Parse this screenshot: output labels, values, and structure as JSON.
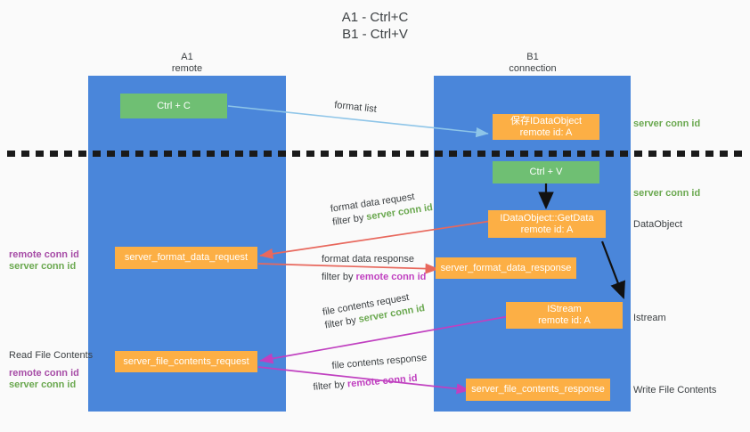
{
  "title": {
    "line1": "A1 - Ctrl+C",
    "line2": "B1 - Ctrl+V"
  },
  "panels": [
    {
      "id": "a1",
      "name": "A1",
      "sub": "remote"
    },
    {
      "id": "b1",
      "name": "B1",
      "sub": "connection"
    }
  ],
  "boxes": {
    "ctrl_c": {
      "line1": "Ctrl + C",
      "line2": ""
    },
    "save_idataobject": {
      "line1": "保存IDataObject",
      "line2": "remote id: A"
    },
    "ctrl_v": {
      "line1": "Ctrl + V",
      "line2": ""
    },
    "getdata": {
      "line1": "IDataObject::GetData",
      "line2": "remote id: A"
    },
    "istream": {
      "line1": "IStream",
      "line2": "remote id: A"
    },
    "fmt_req": {
      "line1": "server_format_data_request",
      "line2": ""
    },
    "fmt_resp": {
      "line1": "server_format_data_response",
      "line2": ""
    },
    "file_req": {
      "line1": "server_file_contents_request",
      "line2": ""
    },
    "file_resp": {
      "line1": "server_file_contents_response",
      "line2": ""
    }
  },
  "right_labels": {
    "server_conn_id_top": "server conn id",
    "server_conn_id_mid": "server conn id",
    "dataobject": "DataObject",
    "istream": "Istream",
    "write_file_contents": "Write File Contents"
  },
  "left_labels": {
    "remote_conn_id_1": "remote conn id",
    "server_conn_id_1": "server conn id",
    "read_file_contents": "Read File Contents",
    "remote_conn_id_2": "remote conn id",
    "server_conn_id_2": "server conn id"
  },
  "edges": {
    "format_list": {
      "main": "format list",
      "filter_prefix": "",
      "filter_key": ""
    },
    "fmt_data_request": {
      "main": "format data request",
      "filter_prefix": "filter by ",
      "filter_key": "server conn id"
    },
    "fmt_data_response": {
      "main": "format data response",
      "filter_prefix": "filter by ",
      "filter_key": "remote conn id"
    },
    "file_req_edge": {
      "main": "file contents request",
      "filter_prefix": "filter by ",
      "filter_key": "server conn id"
    },
    "file_resp_edge": {
      "main": "file contents response",
      "filter_prefix": "filter by ",
      "filter_key": "remote conn id"
    }
  },
  "colors": {
    "panel_blue": "#4a86da",
    "box_green": "#6fbf73",
    "box_orange": "#fcaf45",
    "arrow_blue": "#8ec5e8",
    "arrow_red": "#e8685d",
    "arrow_pink": "#c040c0",
    "arrow_black": "#111111",
    "text_green": "#6aa84f",
    "text_purple": "#a64ca6",
    "background": "#fafafa"
  }
}
